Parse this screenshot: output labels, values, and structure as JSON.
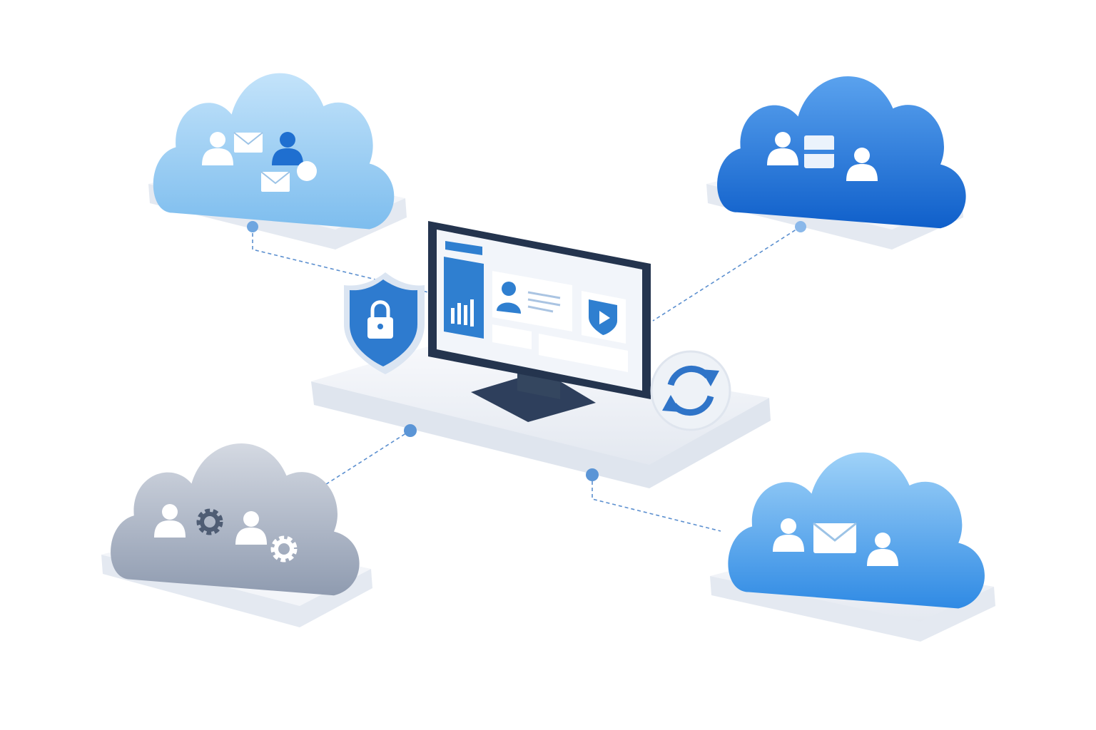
{
  "colors": {
    "background": "#ffffff",
    "cloud_top_left": "#8cc8f0",
    "cloud_top_right": "#1f6fd8",
    "cloud_bottom_left": "#9ea9ba",
    "cloud_bottom_right": "#4ea3ec",
    "platform": "#eef1f6",
    "monitor_frame": "#2a3b55",
    "accent": "#2f7fd0",
    "connector": "#5b8fcf"
  },
  "clouds": [
    {
      "position": "top-left",
      "icons": [
        "user-icon",
        "envelope-icon",
        "user-icon",
        "envelope-icon",
        "chat-bubble-icon"
      ]
    },
    {
      "position": "top-right",
      "icons": [
        "user-icon",
        "card-icon",
        "user-presenting-icon"
      ]
    },
    {
      "position": "bottom-left",
      "icons": [
        "user-icon",
        "gear-icon",
        "user-icon",
        "gear-icon"
      ]
    },
    {
      "position": "bottom-right",
      "icons": [
        "user-icon",
        "envelope-icon",
        "user-icon"
      ]
    }
  ],
  "center": {
    "icons": [
      "monitor-icon",
      "shield-lock-icon",
      "sync-icon",
      "bar-chart-icon",
      "user-profile-icon",
      "play-shield-icon"
    ]
  }
}
